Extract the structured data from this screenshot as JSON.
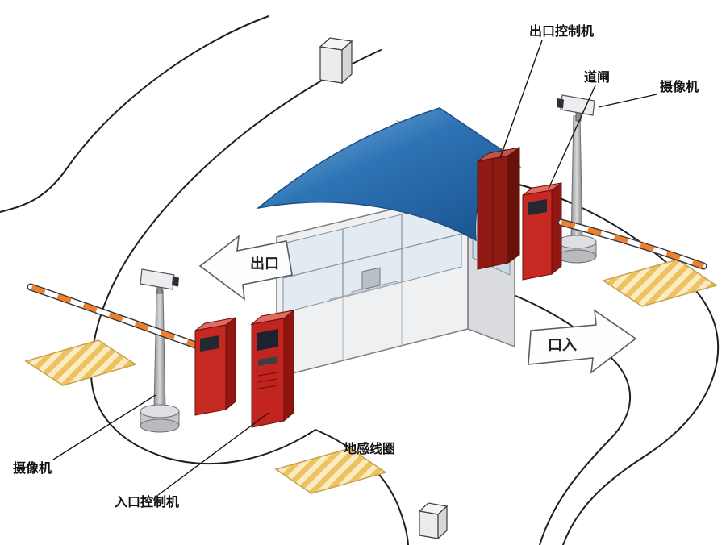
{
  "diagram": {
    "labels": {
      "exit_controller": "出口控制机",
      "barrier_gate": "道闸",
      "camera_right": "摄像机",
      "camera_left": "摄像机",
      "entrance_controller": "入口控制机",
      "ground_coil": "地感线圈",
      "exit_direction": "出口",
      "entrance_direction": "口入"
    },
    "colors": {
      "roof_blue": "#2e74b5",
      "machine_red": "#c62822",
      "machine_dark_red": "#8e1a12",
      "coil_fill": "#f9ecc4",
      "coil_stripe": "#eec25e",
      "barrier_arm_stripe": "#ef7f2a",
      "road_line": "#1f1f1f",
      "background": "#ffffff"
    }
  }
}
